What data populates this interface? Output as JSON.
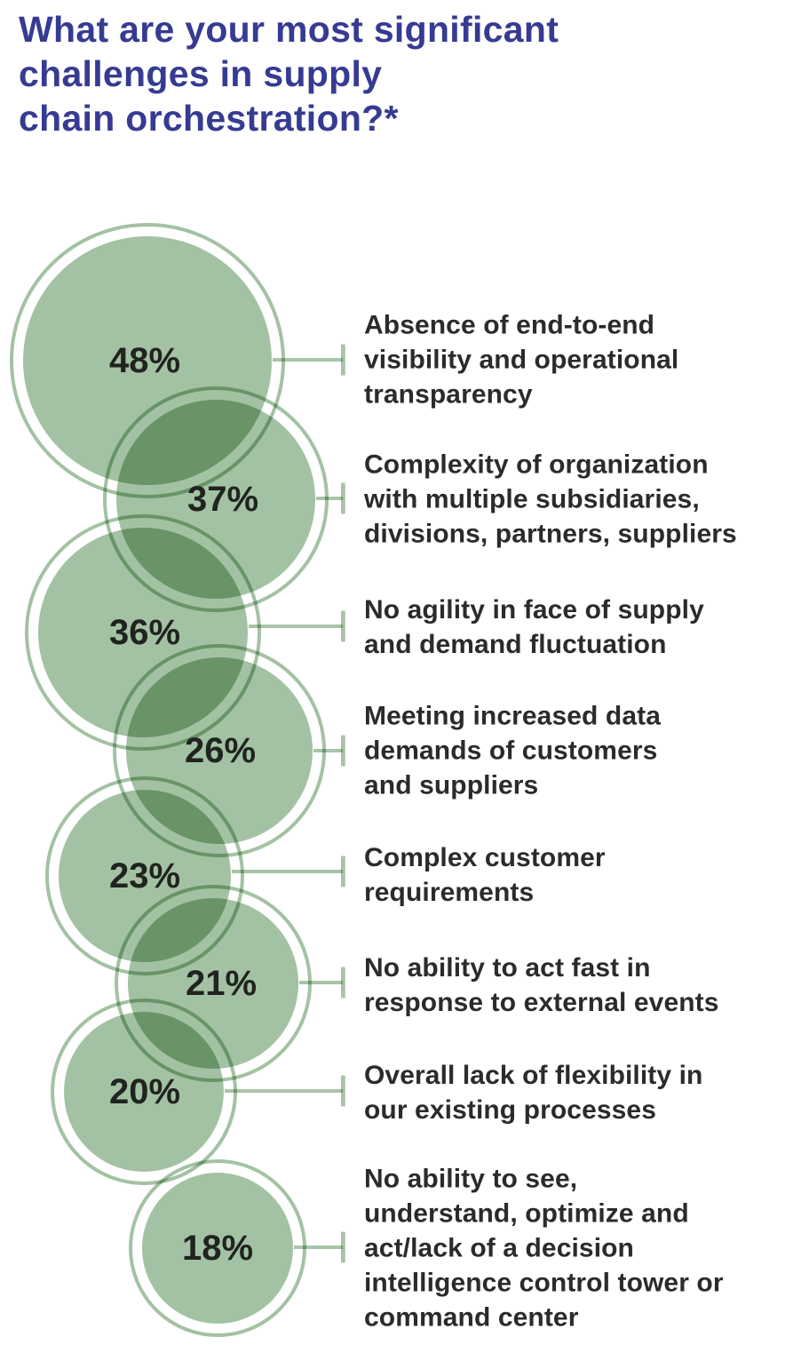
{
  "header": {
    "title": "What are your most significant\nchallenges in supply\nchain orchestration?*",
    "title_color": "#363b92"
  },
  "chart_data": {
    "type": "bubble",
    "title": "What are your most significant challenges in supply chain orchestration?*",
    "value_unit": "%",
    "layout": "vertical packed bubbles, labels right, no axes, no legend",
    "bubble_color": "#a3c2a3",
    "bubble_overlap_color": "#689a6d",
    "connector_color": "#a9c4a9",
    "percent_text_color": "#20241f",
    "label_text_color": "#2b2b2b",
    "background_color": "#ffffff",
    "items": [
      {
        "value": 48,
        "value_label": "48%",
        "label": "Absence of end-to-end\nvisibility and operational\ntransparency"
      },
      {
        "value": 37,
        "value_label": "37%",
        "label": "Complexity of organization\nwith multiple subsidiaries,\ndivisions, partners, suppliers"
      },
      {
        "value": 36,
        "value_label": "36%",
        "label": "No agility in face of supply\nand demand fluctuation"
      },
      {
        "value": 26,
        "value_label": "26%",
        "label": "Meeting increased data\ndemands of customers\nand suppliers"
      },
      {
        "value": 23,
        "value_label": "23%",
        "label": "Complex customer\nrequirements"
      },
      {
        "value": 21,
        "value_label": "21%",
        "label": "No ability to act fast in\nresponse to external events"
      },
      {
        "value": 20,
        "value_label": "20%",
        "label": "Overall lack of flexibility in\nour existing processes"
      },
      {
        "value": 18,
        "value_label": "18%",
        "label": "No ability to see,\nunderstand, optimize and\nact/lack of a decision\nintelligence control tower or\ncommand center"
      }
    ]
  }
}
